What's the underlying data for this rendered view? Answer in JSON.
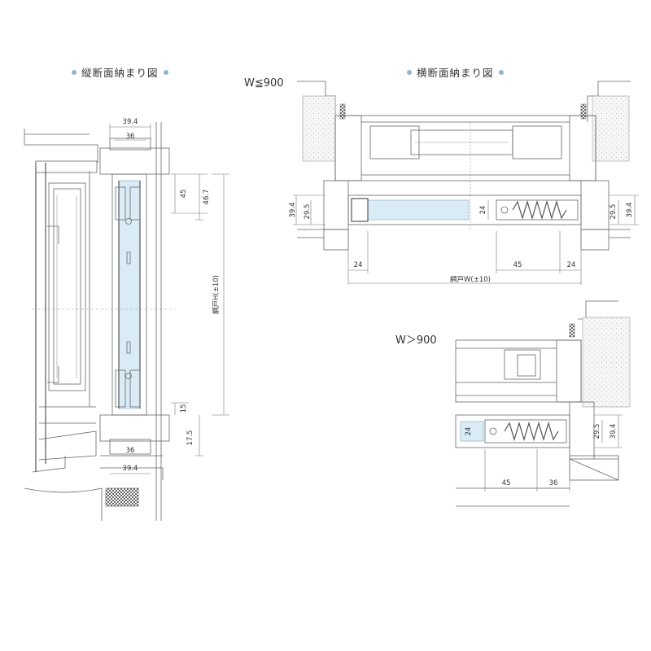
{
  "headings": {
    "vertical": "縦断面納まり図",
    "horizontal": "横断面納まり図"
  },
  "cases": {
    "small": "W≦900",
    "large": "W＞900"
  },
  "vertical_dims": {
    "top_outer": "39.4",
    "top_inner": "36",
    "d_45": "45",
    "d_46_7": "46.7",
    "height": "網戸H(±10)",
    "d_15": "15",
    "d_17_5": "17.5",
    "bottom_inner": "36",
    "bottom_outer": "39.4"
  },
  "horizontal_dims": {
    "left_39_4": "39.4",
    "left_29_5": "29.5",
    "glass_24": "24",
    "right_29_5": "29.5",
    "right_39_4": "39.4",
    "bottom_24_left": "24",
    "bottom_45": "45",
    "bottom_24_right": "24",
    "width": "網戸W(±10)"
  },
  "large_dims": {
    "glass_24": "24",
    "right_29_5": "29.5",
    "right_39_4": "39.4",
    "bottom_45": "45",
    "bottom_36": "36"
  },
  "colors": {
    "heading_dot": "#8fb6d2",
    "glass": "#d9ecf6",
    "line": "#666666"
  }
}
